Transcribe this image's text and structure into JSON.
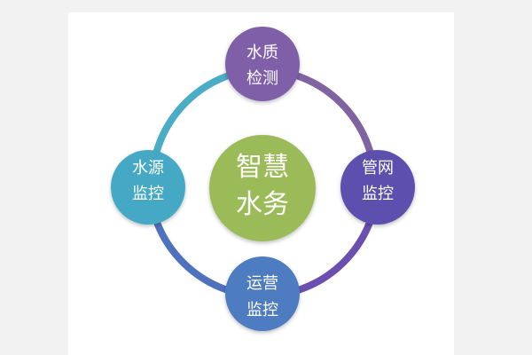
{
  "center": {
    "line1": "智慧",
    "line2": "水务",
    "color": "#9bbb59"
  },
  "nodes": {
    "top": {
      "line1": "水质",
      "line2": "检测",
      "color": "#7e5fa8"
    },
    "right": {
      "line1": "管网",
      "line2": "监控",
      "color": "#5d4fae"
    },
    "bottom": {
      "line1": "运营",
      "line2": "监控",
      "color": "#4e7cc0"
    },
    "left": {
      "line1": "水源",
      "line2": "监控",
      "color": "#45a9c5"
    }
  },
  "ring_colors": {
    "top_left": "#4aacc6",
    "top_right": "#8064a2",
    "bottom_right": "#6a4fb0",
    "bottom_left": "#4f72bd"
  }
}
